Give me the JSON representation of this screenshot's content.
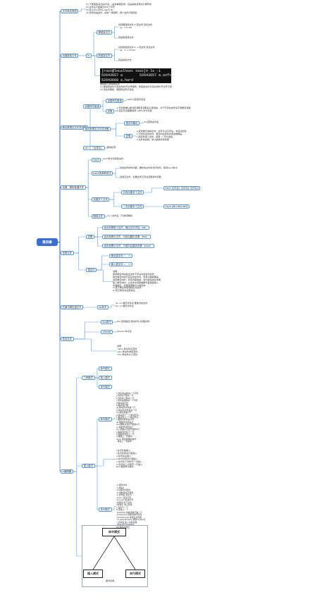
{
  "root": "第四章",
  "branches": {
    "help": {
      "label": "文件命名规则",
      "notes": "(1) 不能使用/来当文件名，/是表单根目录，且是各类目录的分隔符的\n(2) 文件名不能超过255个字符\n(3) 区分大小写File File与 file\n(4) 目录也是文件，使用一类相同，两个文件不能同名"
    },
    "link": {
      "label": "创建链接文件",
      "ln": "ln",
      "hard": {
        "label": "硬链接文件",
        "cmd": "创建硬链接文件 ln 源文件 目标文件\n  eg：ln a.soft",
        "note": "就是软链接文件"
      },
      "soft": {
        "label": "软链接文件",
        "cmd": "创建软链接文件 ln -s 源文件 目标文件\n  eg：ln -s a.hard",
        "note": "就是快捷方式"
      },
      "terminal": "[root@localhost test]# ls -i\n52643657 a        52643657 a.soft\n52643660 a.hard",
      "caption": "硬链接与软链接区别\n(1) 硬链接文件与源文件的i节点号相同，软链接文件与源文件的i节点号不同\n(2) 源文件删除，硬链接文件仍存在"
    },
    "pipe": {
      "label": "创建命名管道",
      "mkfifo": {
        "label": "创建命名管道",
        "cmd": "mkfifo [选项]管道名"
      },
      "cat": {
        "label": "说明",
        "notes": "a 管道数据从缓冲区读取且读取后立即消失，对于已存在的管道不能重复读取\nb 匿名管道需要使用 mkfifo 命令创建"
      }
    },
    "seq": {
      "label": "输出数据至文件或设备",
      "redirect": {
        "label": "重定向输出",
        "cmd": "Ifs [选项]文件名"
      },
      "pipe": {
        "label": "说明",
        "notes": "a 使用重定向输出时，文件可以不存在，会自动创建\nb 已经存在的文件，重定向后原有内容会被覆盖\nc 输出到某个文件，使用 >> 则为追加\nd 文件的权限，默认继承原有权限"
      },
      "rm": {
        "label": "rm -rf 「目录名」",
        "note": "删除目录"
      }
    },
    "create": {
      "label": "创建、删除普通文件",
      "touch1": {
        "label": "touch",
        "note": "touch命令创建新文件"
      },
      "touch2": {
        "label": "touch的两种用法",
        "notes": [
          "创建文件的时间戳，要修改文件的访问时间，使用touch命令",
          "创建空文件，如果文件已存在就更新时间戳"
        ]
      },
      "mkdir": {
        "label": "创建多个文件",
        "items": [
          "分别创建多个文件",
          "touch 文件名1 文件名2 文件名3",
          "一次创建多个文件",
          "touch {file1,file2,file3}"
        ]
      },
      "rm": {
        "label": "删除文件",
        "cmd": "rm -f 文件名（不询问删除）"
      }
    },
    "view": {
      "label": "查看文件",
      "cat": {
        "label": "查看",
        "items": [
          "适合查看短小文件，输出文件内容（cat）",
          "适合查看长文件，可前后翻页查看（less）",
          "适合查看长文件，只能向后翻页查看（more）"
        ]
      },
      "redirect": {
        "label": "重定向",
        "items": [
          "输出重定向 > 、>>",
          "输入重定向 < 、<<"
        ],
        "notes": "说明\n使用重定向时输出文件不存在时会自动创建\n输出重定向到已存在的文件时，原有内容被覆盖\n追加重定向时，原有内容保留，新内容追加在末尾\n输入重定向时，从文件中读取数据代替键盘输入\n标准输出、标准错误都可以重定向\n2>表示重定向错误输出到文件\n&>表示重定向全部输出"
      }
    },
    "compress": {
      "label": "压缩与解压缩文件",
      "tar": {
        "label": "tar命令",
        "cmd": "tar -cvf 备份文件名 要备份的文件\ntar -xvf 备份文件名"
      }
    },
    "search": {
      "label": "查找文件",
      "find": {
        "label": "find命令",
        "cmd": "find 查找路径 查找条件 [处理动作]"
      },
      "whereis": {
        "label": "whereis",
        "cmd": "whereis 命令名"
      },
      "note": "说明\n-name 按文件名查找\n-type 按文件类型查找\n-size 按文件大小查找"
    },
    "vi": {
      "label": "vi编辑器",
      "modes": {
        "label": "三种模式",
        "items": [
          "命令模式",
          "插入模式",
          "末行模式"
        ]
      },
      "cmd_mode": {
        "label": "命令模式",
        "items": "h 光标向左移动一个字符\nj 光标向下移动一行\nk 光标向上移动一行\nl 光标向右移动一个字符\n0 移动到行首\n$ 移动到行尾\ngg 移动到文件第一行\nG 移动到文件最后一行\nnG 移动到第n行\nw 移动到下一个单词开头\nb 移动到上一个单词开头\nx 删除光标所在字符\ndd 删除光标所在行\nndd 删除从光标开始的n行\nyy 复制光标所在行\nnyy 复制从光标开始的n行\np 粘贴到光标下一行\nP 粘贴到光标上一行\nu 撤销上一步操作\nCtrl+r 恢复撤销的操作\n. 重复上一次操作"
      },
      "insert_mode": {
        "label": "插入模式",
        "items": "i 在光标前插入\nI 在光标所在行首插入\na 在光标后插入\nA 在光标所在行尾插入\no 在光标下方新开一行插入\nO 在光标上方新开一行插入\nEsc 返回命令模式"
      },
      "last_mode": {
        "label": "末行模式",
        "items": ":w 保存文件\n:q 退出vi\n:wq 保存并退出\n:q! 强制退出不保存\n:w 文件名 另存为\n:set nu 显示行号\n:set nonu 取消行号\n/关键字 向下查找\n?关键字 向上查找\nn 查找下一个\nN 查找上一个\n:s/old/new 替换当前行第一个\n:s/old/new/g 替换当前行所有\n:%s/old/new/g 替换全文所有\n:n1,n2s/old/new/g 替换n1到n2行\n:r 文件名 读入文件内容\n:!命令 执行shell命令\nZZ 保存并退出"
      },
      "diagram": {
        "top": "命令模式",
        "left": "插入模式",
        "right": "末行模式",
        "caption": "模式切换"
      }
    }
  }
}
